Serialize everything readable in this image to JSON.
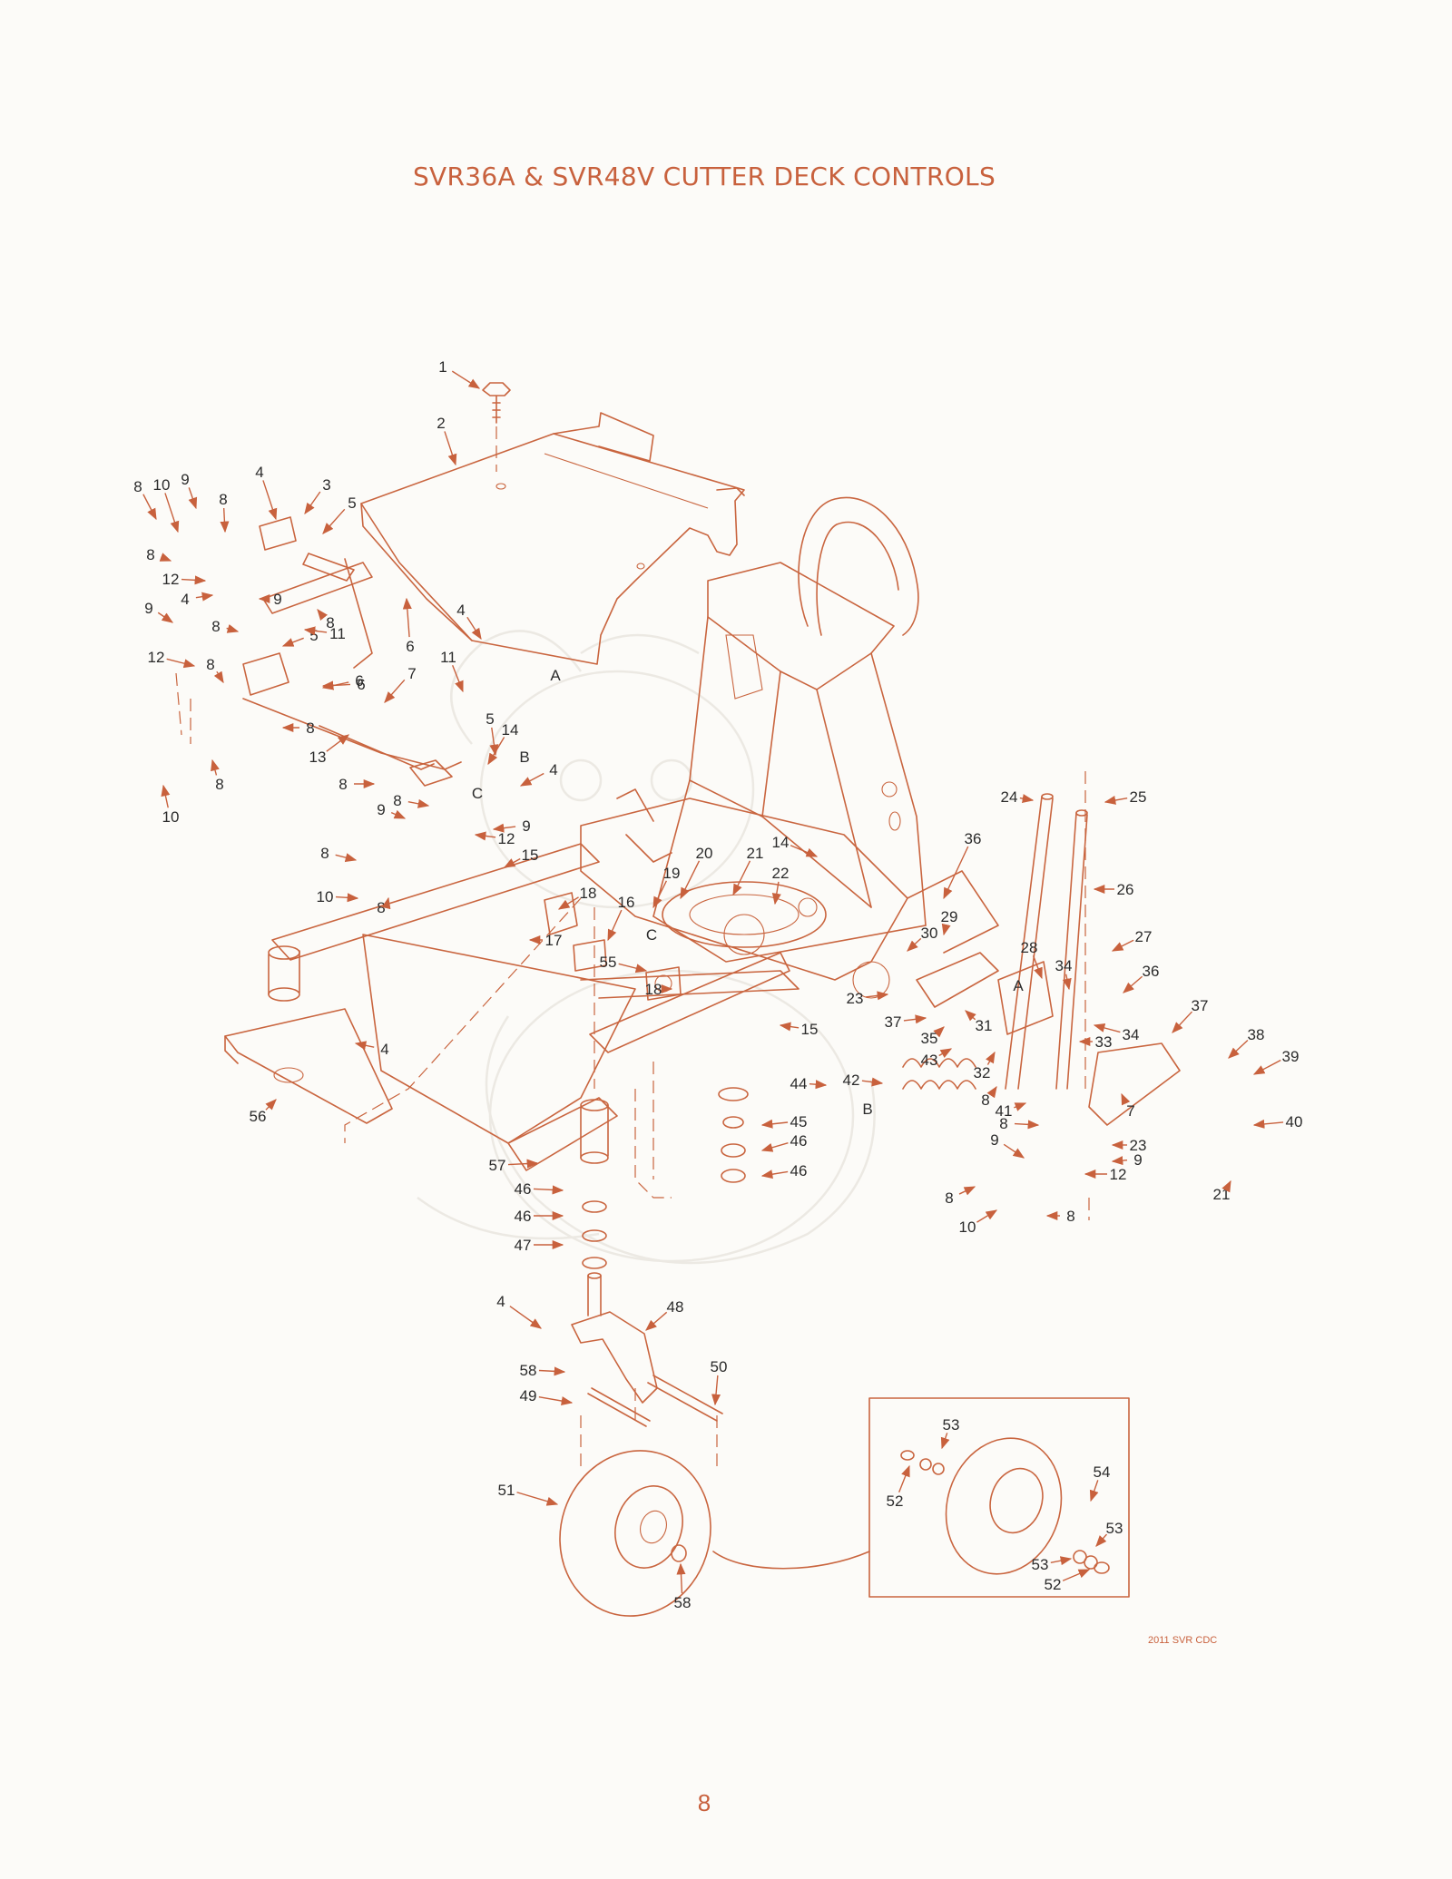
{
  "page": {
    "title": "SVR36A & SVR48V CUTTER DECK CONTROLS",
    "code": "2011 SVR CDC",
    "page_number": "8"
  },
  "colors": {
    "accent": "#c8613d",
    "line": "#c9653f",
    "background": "#fcfbf8",
    "ghost": "#ece9e3"
  },
  "callouts": [
    {
      "t": "1"
    },
    {
      "t": "2"
    },
    {
      "t": "3"
    },
    {
      "t": "4"
    },
    {
      "t": "5"
    },
    {
      "t": "6"
    },
    {
      "t": "8"
    },
    {
      "t": "10"
    },
    {
      "t": "9"
    },
    {
      "t": "8"
    },
    {
      "t": "8"
    },
    {
      "t": "12"
    },
    {
      "t": "9"
    },
    {
      "t": "4"
    },
    {
      "t": "8"
    },
    {
      "t": "8"
    },
    {
      "t": "5"
    },
    {
      "t": "11"
    },
    {
      "t": "6"
    },
    {
      "t": "9"
    },
    {
      "t": "12"
    },
    {
      "t": "6"
    },
    {
      "t": "4"
    },
    {
      "t": "11"
    },
    {
      "t": "A"
    },
    {
      "t": "8"
    },
    {
      "t": "7"
    },
    {
      "t": "8"
    },
    {
      "t": "13"
    },
    {
      "t": "10"
    },
    {
      "t": "8"
    },
    {
      "t": "5"
    },
    {
      "t": "14"
    },
    {
      "t": "B"
    },
    {
      "t": "4"
    },
    {
      "t": "8"
    },
    {
      "t": "C"
    },
    {
      "t": "9"
    },
    {
      "t": "8"
    },
    {
      "t": "9"
    },
    {
      "t": "12"
    },
    {
      "t": "15"
    },
    {
      "t": "8"
    },
    {
      "t": "10"
    },
    {
      "t": "8"
    },
    {
      "t": "14"
    },
    {
      "t": "19"
    },
    {
      "t": "20"
    },
    {
      "t": "21"
    },
    {
      "t": "22"
    },
    {
      "t": "18"
    },
    {
      "t": "16"
    },
    {
      "t": "17"
    },
    {
      "t": "C"
    },
    {
      "t": "55"
    },
    {
      "t": "18"
    },
    {
      "t": "15"
    },
    {
      "t": "4"
    },
    {
      "t": "56"
    },
    {
      "t": "24"
    },
    {
      "t": "25"
    },
    {
      "t": "36"
    },
    {
      "t": "26"
    },
    {
      "t": "29"
    },
    {
      "t": "30"
    },
    {
      "t": "27"
    },
    {
      "t": "28"
    },
    {
      "t": "34"
    },
    {
      "t": "A"
    },
    {
      "t": "36"
    },
    {
      "t": "23"
    },
    {
      "t": "37"
    },
    {
      "t": "35"
    },
    {
      "t": "31"
    },
    {
      "t": "34"
    },
    {
      "t": "33"
    },
    {
      "t": "37"
    },
    {
      "t": "43"
    },
    {
      "t": "32"
    },
    {
      "t": "38"
    },
    {
      "t": "39"
    },
    {
      "t": "42"
    },
    {
      "t": "44"
    },
    {
      "t": "B"
    },
    {
      "t": "8"
    },
    {
      "t": "41"
    },
    {
      "t": "7"
    },
    {
      "t": "40"
    },
    {
      "t": "45"
    },
    {
      "t": "46"
    },
    {
      "t": "46"
    },
    {
      "t": "8"
    },
    {
      "t": "23"
    },
    {
      "t": "9"
    },
    {
      "t": "9"
    },
    {
      "t": "12"
    },
    {
      "t": "21"
    },
    {
      "t": "8"
    },
    {
      "t": "10"
    },
    {
      "t": "8"
    },
    {
      "t": "57"
    },
    {
      "t": "46"
    },
    {
      "t": "46"
    },
    {
      "t": "47"
    },
    {
      "t": "4"
    },
    {
      "t": "48"
    },
    {
      "t": "58"
    },
    {
      "t": "49"
    },
    {
      "t": "50"
    },
    {
      "t": "51"
    },
    {
      "t": "58"
    },
    {
      "t": "53"
    },
    {
      "t": "52"
    },
    {
      "t": "54"
    },
    {
      "t": "53"
    },
    {
      "t": "53"
    },
    {
      "t": "52"
    }
  ]
}
